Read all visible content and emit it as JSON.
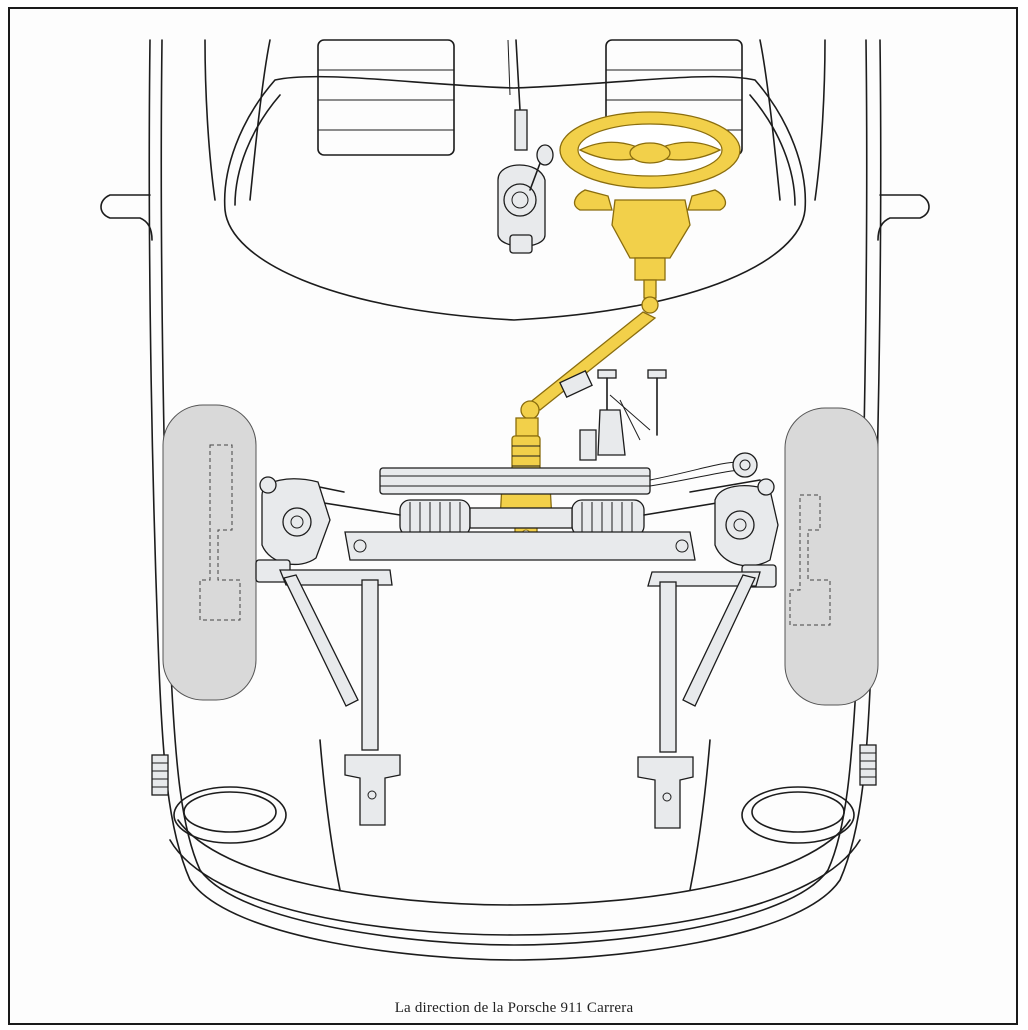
{
  "caption": "La direction de la Porsche 911 Carrera",
  "colors": {
    "line": "#1c1c1c",
    "tire": "#d6d6d6",
    "steering": "#f2d04a",
    "steering_dark": "#c9a21e",
    "metal": "#e4e6e8"
  },
  "parts": [
    {
      "id": "steering-wheel",
      "icon": "steering-wheel-icon"
    },
    {
      "id": "steering-column",
      "icon": "steering-column-icon"
    },
    {
      "id": "steering-rack",
      "icon": "steering-rack-icon"
    },
    {
      "id": "gear-lever",
      "icon": "gear-lever-icon"
    },
    {
      "id": "pedals",
      "icon": "pedal-icon"
    },
    {
      "id": "left-front-wheel",
      "icon": "wheel-icon"
    },
    {
      "id": "right-front-wheel",
      "icon": "wheel-icon"
    }
  ]
}
